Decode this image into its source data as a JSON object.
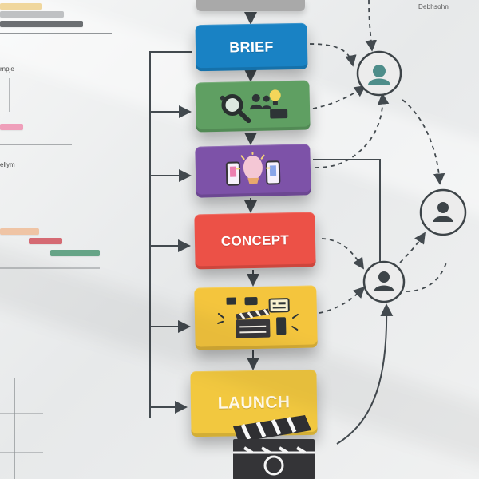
{
  "corner_label": "Debhsohn",
  "side_label_1": "rnpje",
  "side_label_2": "ellym",
  "cards": {
    "brief": "BRIEF",
    "concept": "CONCEPT",
    "launch": "LAUNCH"
  },
  "colors": {
    "background": "#eceeef",
    "brief": "#1982c4",
    "research": "#5f9f62",
    "ideation": "#7d52a8",
    "concept": "#ec5147",
    "production": "#f4c53d",
    "launch": "#f2c83f",
    "connector": "#434a4f",
    "gantt_pink": "#ef9fba",
    "gantt_peach": "#efc4a5",
    "gantt_red": "#d56a73",
    "gantt_teal": "#66a487",
    "top_stub": "#a9a9a9"
  },
  "icons": {
    "brief": "none",
    "research": "magnifier-users-lightbulb-icon",
    "ideation": "lightbulb-phone-icon",
    "production": "film-clapper-media-icon",
    "launch": "none",
    "stakeholders": "user-avatar-icon"
  }
}
